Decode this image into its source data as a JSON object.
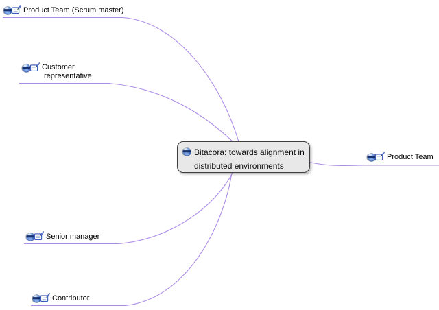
{
  "app": {
    "type": "mind-map"
  },
  "colors": {
    "edge": "#ab8ce4",
    "root_bg": "#e8e8e8",
    "root_border": "#3f3f3f",
    "icon_blue": "#2c5cc5",
    "icon_note_border": "#3b5bbb"
  },
  "root": {
    "icon": "person-icon",
    "line1": "Bitacora: towards alignment in",
    "line2": "distributed environments"
  },
  "nodes": [
    {
      "id": "product-team-scrum-master",
      "icons": [
        "person-icon",
        "note-icon"
      ],
      "label": "Product Team (Scrum master)"
    },
    {
      "id": "customer-representative",
      "icons": [
        "person-icon",
        "note-icon"
      ],
      "label_line1": "Customer",
      "label_line2": "representative"
    },
    {
      "id": "product-team",
      "icons": [
        "person-icon",
        "note-icon"
      ],
      "label": "Product Team"
    },
    {
      "id": "senior-manager",
      "icons": [
        "person-icon",
        "note-icon"
      ],
      "label": "Senior manager"
    },
    {
      "id": "contributor",
      "icons": [
        "person-icon",
        "note-icon"
      ],
      "label": "Contributor"
    }
  ]
}
